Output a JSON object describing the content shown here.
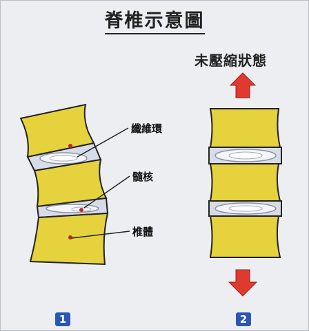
{
  "title": "脊椎示意圖",
  "state_label": "未壓縮狀態",
  "labels": {
    "fibrous_ring": "纖維環",
    "nucleus": "髓核",
    "vertebral_body": "椎體"
  },
  "badges": [
    "1",
    "2"
  ],
  "colors": {
    "vertebra": "#e6d23c",
    "vertebra_edge": "#222222",
    "disc": "#d7dce8",
    "arrow": "#e03a2e",
    "badge": "#2b57b4",
    "nucleus_dot": "#c0282a"
  }
}
